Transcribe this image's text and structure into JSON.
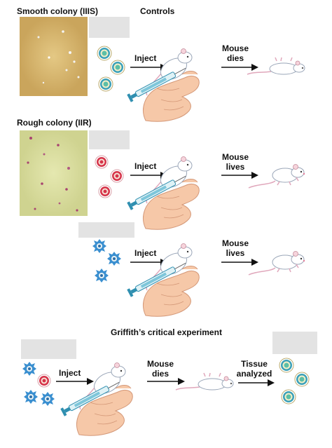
{
  "headings": {
    "smooth_colony": "Smooth colony (IIIS)",
    "controls": "Controls",
    "rough_colony": "Rough colony (IIR)",
    "critical": "Griffith’s critical experiment"
  },
  "rows": [
    {
      "inject": "Inject",
      "outcome_line1": "Mouse",
      "outcome_line2": "dies"
    },
    {
      "inject": "Inject",
      "outcome_line1": "Mouse",
      "outcome_line2": "lives"
    },
    {
      "inject": "Inject",
      "outcome_line1": "Mouse",
      "outcome_line2": "lives"
    }
  ],
  "final_row": {
    "inject": "Inject",
    "outcome_line1": "Mouse",
    "outcome_line2": "dies",
    "tissue_line1": "Tissue",
    "tissue_line2": "analyzed"
  },
  "colors": {
    "smooth_plate": "#d9b872",
    "rough_plate": "#d8dc9c",
    "smooth_cell_outer": "#3aa0b8",
    "rough_cell_outer": "#d6334a",
    "heat_killed_cell": "#3a8fd0",
    "label_box": "#e3e3e3"
  }
}
